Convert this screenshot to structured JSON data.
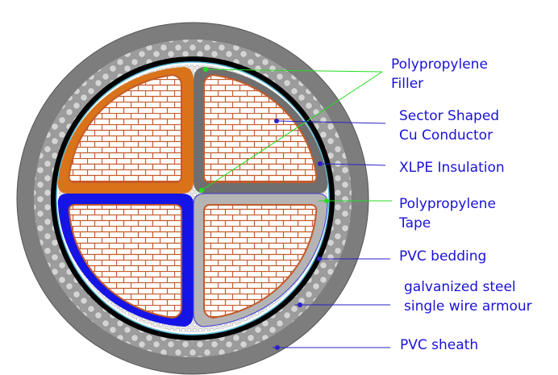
{
  "labels": {
    "polypropylene_filler": [
      "Polypropylene",
      "Filler"
    ],
    "sector_conductor": [
      "Sector Shaped",
      "Cu Conductor"
    ],
    "xlpe_insulation": [
      "XLPE Insulation"
    ],
    "polypropylene_tape": [
      "Polypropylene",
      "Tape"
    ],
    "pvc_bedding": [
      "PVC bedding"
    ],
    "armour": [
      "galvanized steel",
      "single wire armour"
    ],
    "pvc_sheath": [
      "PVC sheath"
    ]
  },
  "colors": {
    "label_text": "#1a12d6",
    "leader_blue": "#2a20c8",
    "leader_green": "#22dd22",
    "sheath": "#7d7d7d",
    "armour": "#aaaaaa",
    "bedding": "#000000",
    "tape": "#5bbcd8",
    "filler": "#d9d9d9",
    "conductor": "#c55a2a",
    "insulation_orange": "#d8731a",
    "insulation_dark": "#6f6f6f",
    "insulation_blue": "#1414e6",
    "insulation_light": "#b4b4b4"
  }
}
